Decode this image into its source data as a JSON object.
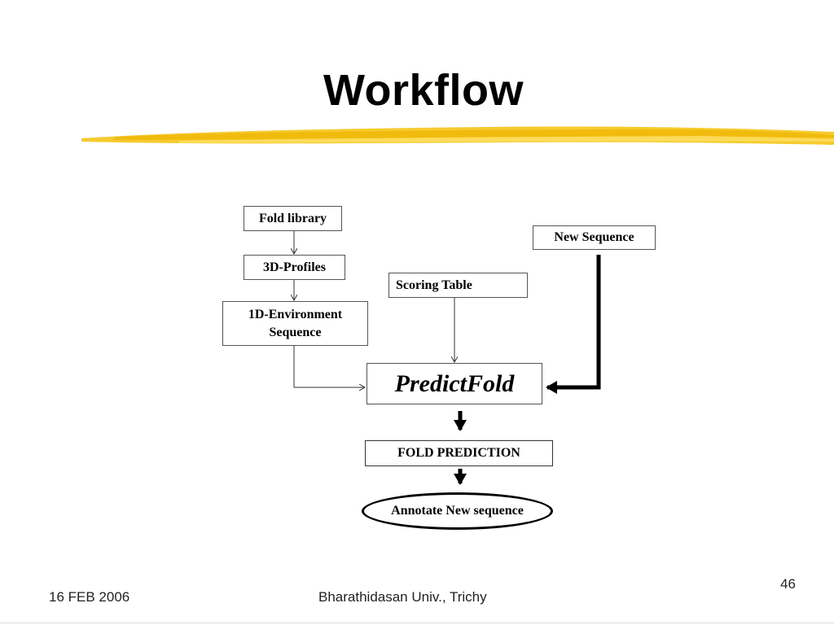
{
  "slide": {
    "title": "Workflow",
    "underline_color": "#f5c518"
  },
  "diagram": {
    "nodes": {
      "fold_library": "Fold library",
      "profiles_3d": "3D-Profiles",
      "environment_1d_line1": "1D-Environment",
      "environment_1d_line2": "Sequence",
      "new_sequence": "New Sequence",
      "scoring_table": "Scoring Table",
      "predict_fold": "PredictFold",
      "fold_prediction": "FOLD PREDICTION",
      "annotate": "Annotate New sequence"
    },
    "edges": [
      {
        "from": "Fold library",
        "to": "3D-Profiles"
      },
      {
        "from": "3D-Profiles",
        "to": "1D-Environment Sequence"
      },
      {
        "from": "1D-Environment Sequence",
        "to": "PredictFold"
      },
      {
        "from": "Scoring Table",
        "to": "PredictFold"
      },
      {
        "from": "New Sequence",
        "to": "PredictFold"
      },
      {
        "from": "PredictFold",
        "to": "FOLD PREDICTION"
      },
      {
        "from": "FOLD PREDICTION",
        "to": "Annotate New sequence"
      }
    ]
  },
  "footer": {
    "date": "16 FEB 2006",
    "institution": "Bharathidasan Univ., Trichy",
    "page_number": "46"
  }
}
